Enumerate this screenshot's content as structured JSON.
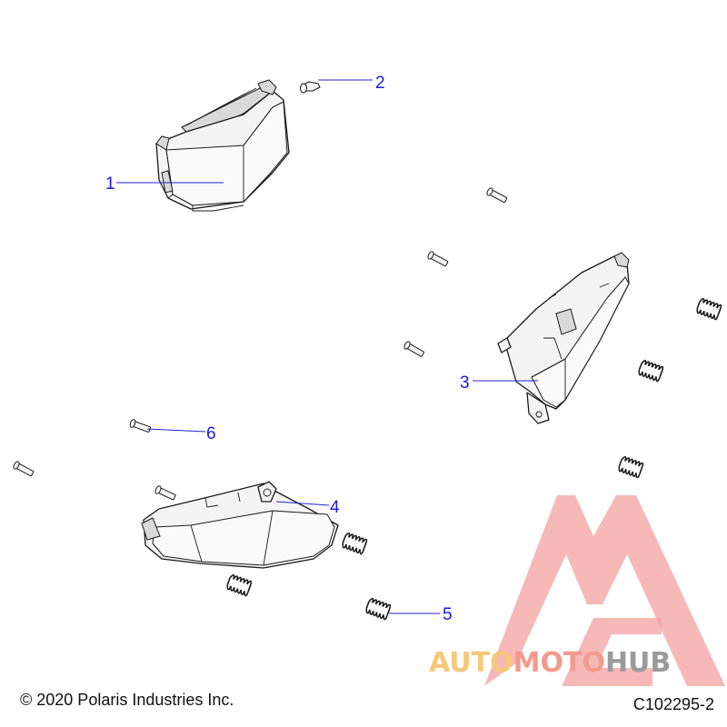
{
  "diagram": {
    "callouts": [
      {
        "id": "1",
        "label": "1"
      },
      {
        "id": "2",
        "label": "2"
      },
      {
        "id": "3",
        "label": "3"
      },
      {
        "id": "4",
        "label": "4"
      },
      {
        "id": "5",
        "label": "5"
      },
      {
        "id": "6",
        "label": "6"
      }
    ],
    "callout_color": "#1a1ad6"
  },
  "footer": {
    "copyright": "© 2020 Polaris Industries Inc.",
    "drawing_id": "C102295-2"
  },
  "watermark": {
    "part1": "AUTO",
    "part2": "MOTO",
    "part3": "HUB",
    "colors": {
      "auto": "#f5c87a",
      "moto": "#f39a8e",
      "hub": "#9a9a9a",
      "logo": "#f08080"
    }
  }
}
